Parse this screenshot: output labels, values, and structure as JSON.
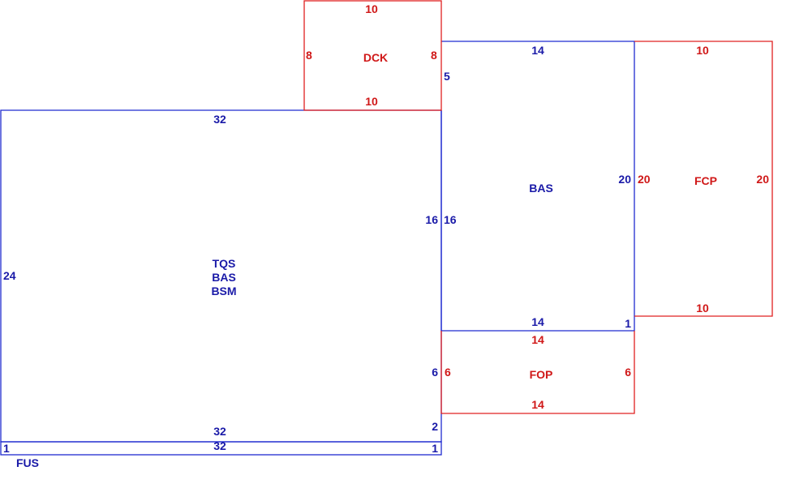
{
  "colors": {
    "blue": "#1f2bd0",
    "red": "#e02020"
  },
  "main": {
    "labels": [
      "TQS",
      "BAS",
      "BSM"
    ],
    "top": "32",
    "bottom": "32",
    "left": "24",
    "right": "16",
    "right_lower": "6",
    "right_bottom": "2"
  },
  "fus": {
    "label": "FUS",
    "top": "32",
    "left": "1",
    "right": "1"
  },
  "dck": {
    "label": "DCK",
    "top": "10",
    "bottom": "10",
    "left": "8",
    "right": "8"
  },
  "bas": {
    "label": "BAS",
    "top": "14",
    "bottom": "14",
    "left_top": "5",
    "left": "16",
    "right": "20",
    "right_bottom": "1"
  },
  "fcp": {
    "label": "FCP",
    "top": "10",
    "bottom": "10",
    "left": "20",
    "right": "20"
  },
  "fop": {
    "label": "FOP",
    "top": "14",
    "bottom": "14",
    "left": "6",
    "right": "6"
  }
}
